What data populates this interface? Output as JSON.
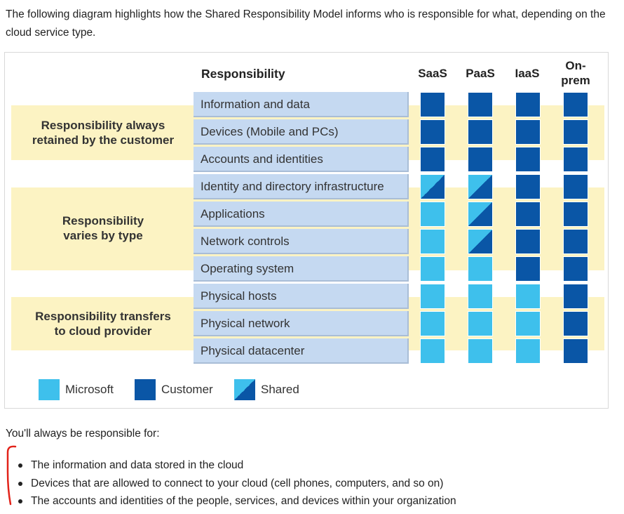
{
  "intro_text": "The following diagram highlights how the Shared Responsibility Model informs who is responsible for what, depending on the cloud service type.",
  "diagram": {
    "responsibility_header": "Responsibility",
    "columns": [
      "SaaS",
      "PaaS",
      "IaaS",
      "On-\nprem"
    ],
    "groups": [
      {
        "label": "Responsibility always\nretained by the customer"
      },
      {
        "label": "Responsibility\nvaries by type"
      },
      {
        "label": "Responsibility transfers\nto cloud provider"
      }
    ],
    "rows": [
      {
        "label": "Information and data",
        "cells": [
          "customer",
          "customer",
          "customer",
          "customer"
        ]
      },
      {
        "label": "Devices (Mobile and PCs)",
        "cells": [
          "customer",
          "customer",
          "customer",
          "customer"
        ]
      },
      {
        "label": "Accounts and identities",
        "cells": [
          "customer",
          "customer",
          "customer",
          "customer"
        ]
      },
      {
        "label": "Identity and directory infrastructure",
        "cells": [
          "shared",
          "shared",
          "customer",
          "customer"
        ]
      },
      {
        "label": "Applications",
        "cells": [
          "microsoft",
          "shared",
          "customer",
          "customer"
        ]
      },
      {
        "label": "Network controls",
        "cells": [
          "microsoft",
          "shared",
          "customer",
          "customer"
        ]
      },
      {
        "label": "Operating system",
        "cells": [
          "microsoft",
          "microsoft",
          "customer",
          "customer"
        ]
      },
      {
        "label": "Physical hosts",
        "cells": [
          "microsoft",
          "microsoft",
          "microsoft",
          "customer"
        ]
      },
      {
        "label": "Physical network",
        "cells": [
          "microsoft",
          "microsoft",
          "microsoft",
          "customer"
        ]
      },
      {
        "label": "Physical datacenter",
        "cells": [
          "microsoft",
          "microsoft",
          "microsoft",
          "customer"
        ]
      }
    ],
    "legend": [
      {
        "key": "microsoft",
        "label": "Microsoft"
      },
      {
        "key": "customer",
        "label": "Customer"
      },
      {
        "key": "shared",
        "label": "Shared"
      }
    ],
    "colors": {
      "microsoft": "#3ec0ec",
      "customer": "#0a56a6",
      "band": "#fcf3c3",
      "row_label": "#c5d9f1"
    }
  },
  "always_text": "You'll always be responsible for:",
  "bullets": [
    "The information and data stored in the cloud",
    "Devices that are allowed to connect to your cloud (cell phones, computers, and so on)",
    "The accounts and identities of the people, services, and devices within your organization"
  ]
}
